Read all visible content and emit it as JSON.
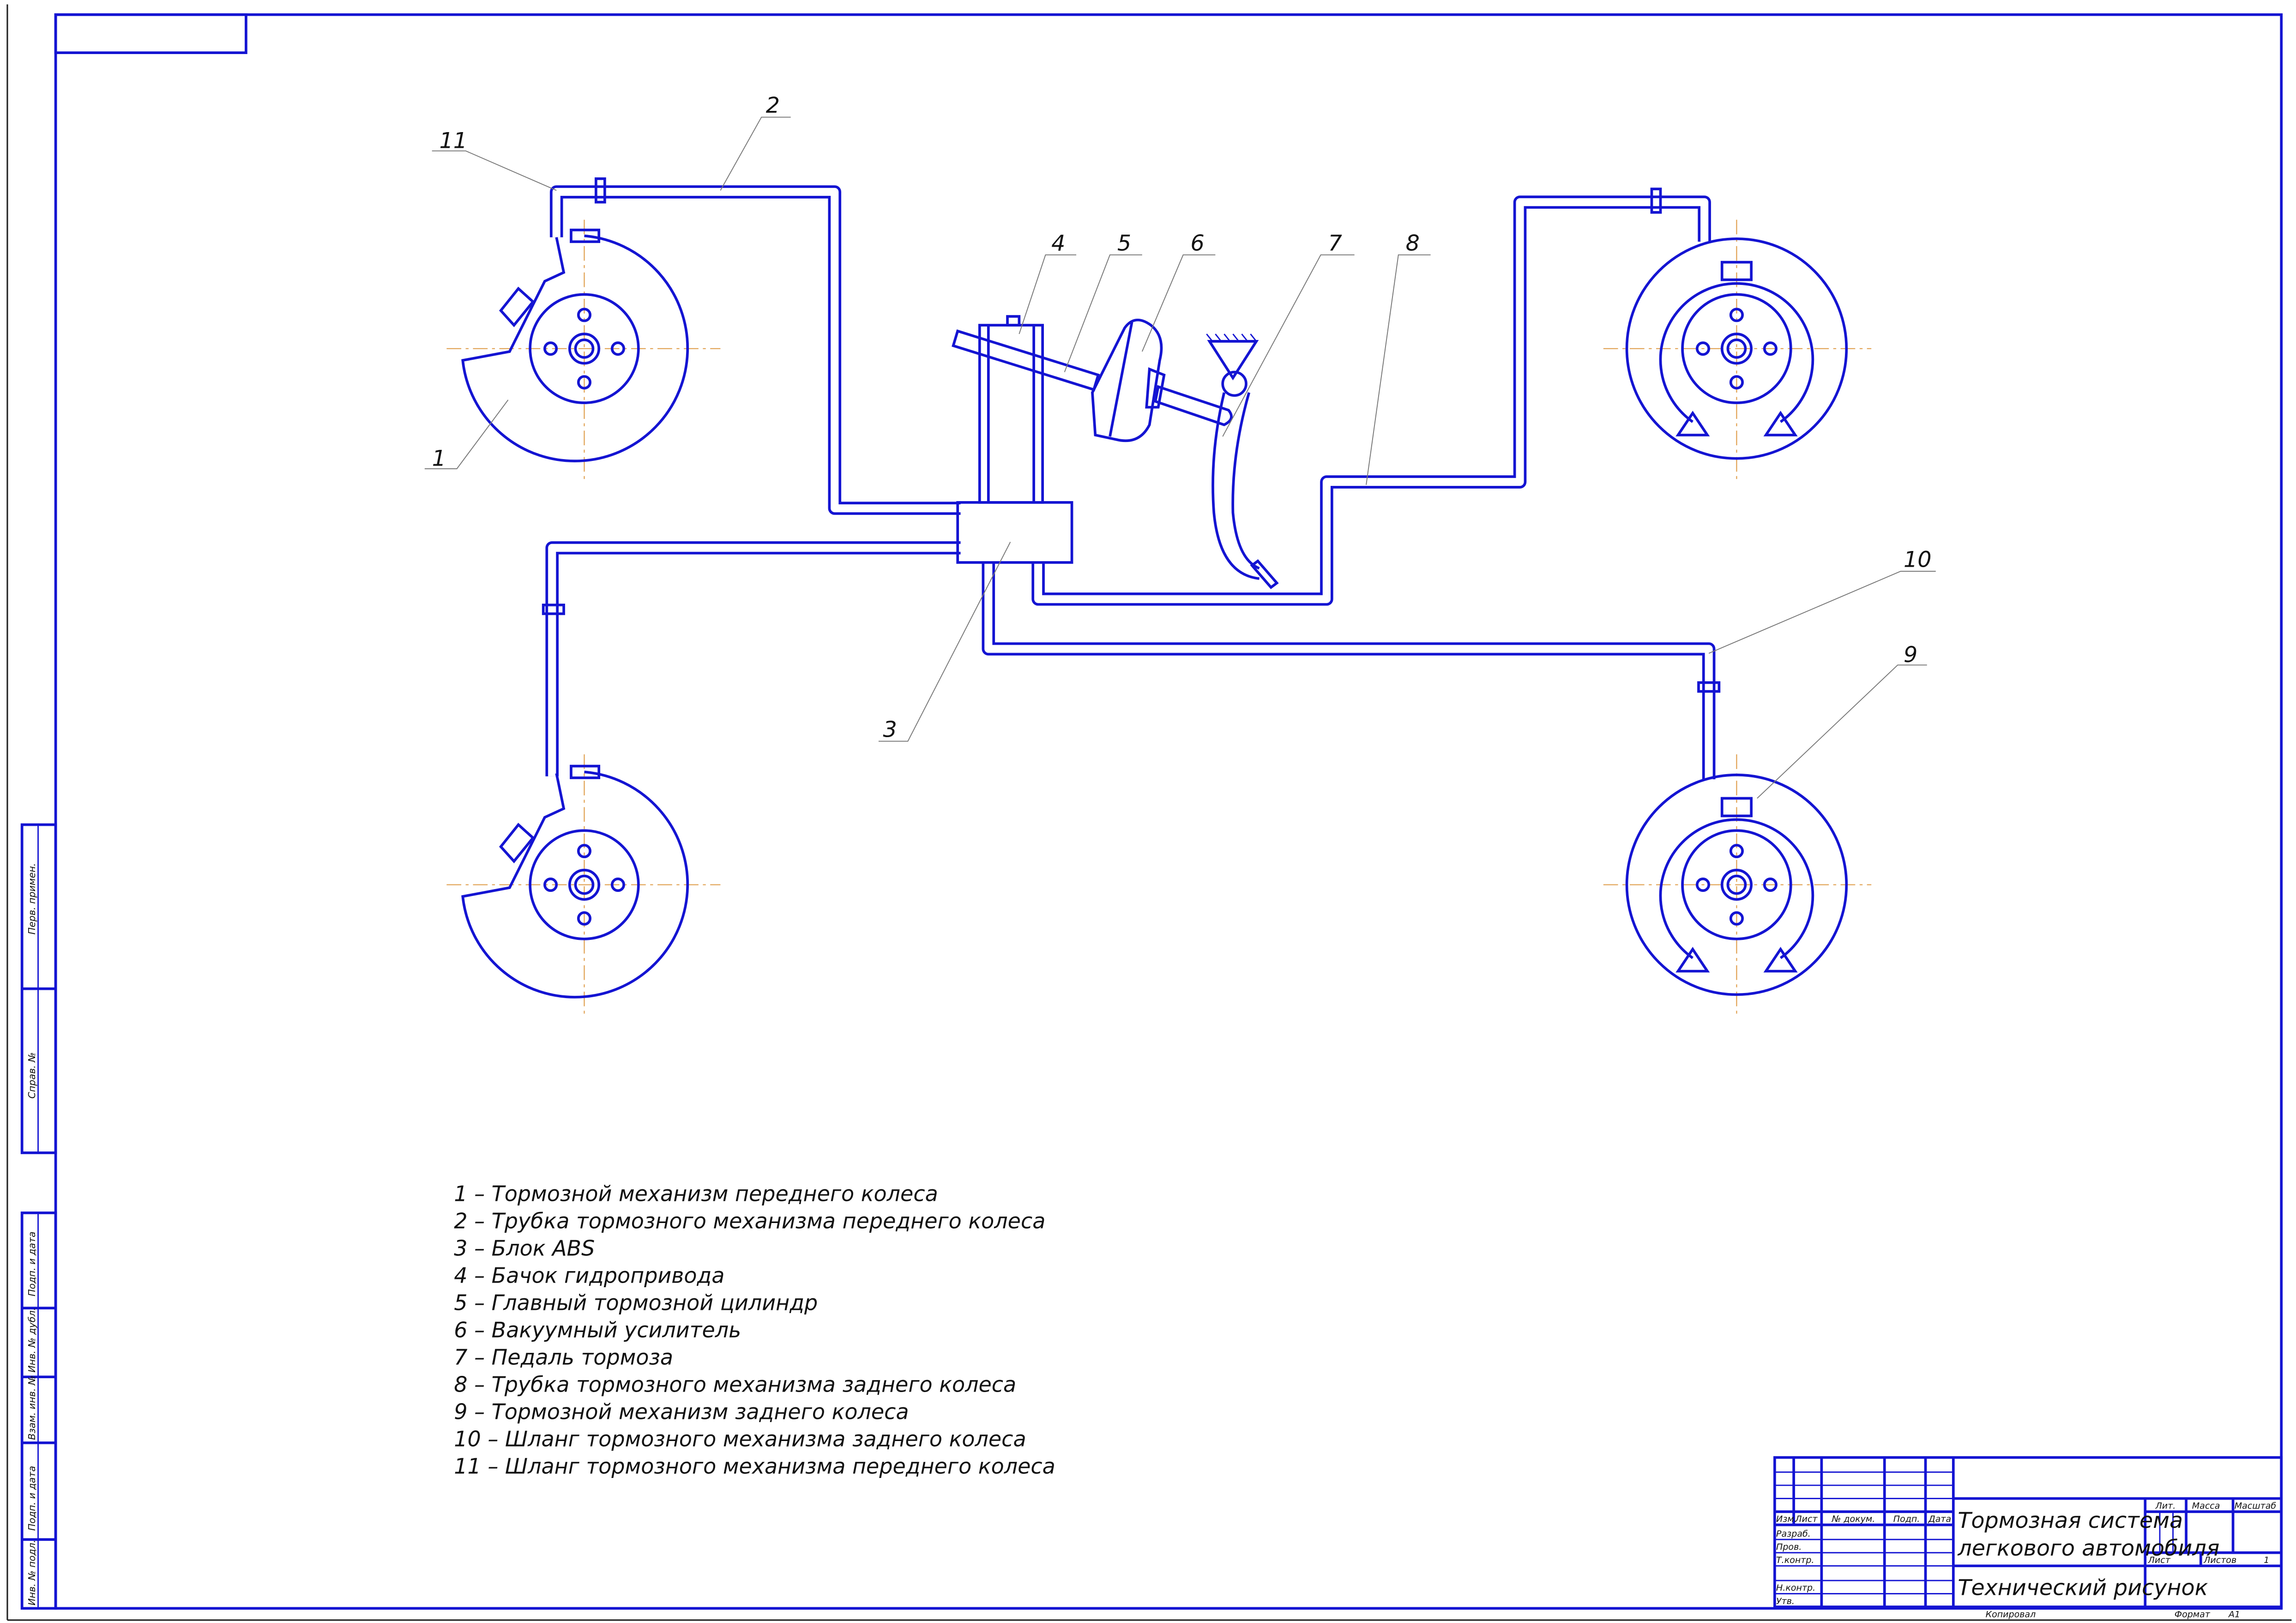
{
  "colors": {
    "line": "#1414d2",
    "centerline": "#e0a050"
  },
  "callouts": [
    "1",
    "2",
    "3",
    "4",
    "5",
    "6",
    "7",
    "8",
    "9",
    "10",
    "11"
  ],
  "legend": [
    "1 – Тормозной механизм переднего колеса",
    "2 – Трубка тормозного механизма переднего колеса",
    "3 – Блок ABS",
    "4 – Бачок гидропривода",
    "5 – Главный тормозной цилиндр",
    "6 – Вакуумный усилитель",
    "7 – Педаль тормоза",
    "8 – Трубка тормозного механизма заднего колеса",
    "9 – Тормозной механизм заднего колеса",
    "10 – Шланг тормозного механизма заднего колеса",
    "11 – Шланг тормозного механизма переднего колеса"
  ],
  "title_block": {
    "title_line1": "Тормозная система",
    "title_line2": "легкового автомобиля",
    "doc_type": "Технический рисунок",
    "headers": [
      "Изм.",
      "Лист",
      "№ докум.",
      "Подп.",
      "Дата"
    ],
    "roles": [
      "Разраб.",
      "Пров.",
      "Т.контр.",
      "Н.контр.",
      "Утв."
    ],
    "lit": "Лит.",
    "mass": "Масса",
    "scale": "Масштаб",
    "sheet": "Лист",
    "sheets": "Листов",
    "sheets_value": "1",
    "copied": "Копировал",
    "format": "Формат",
    "format_value": "A1"
  },
  "side_stamps": [
    "Перв. примен.",
    "Справ. №",
    "Подп. и дата",
    "Инв. № дубл.",
    "Взам. инв. №",
    "Подп. и дата",
    "Инв. № подл."
  ]
}
